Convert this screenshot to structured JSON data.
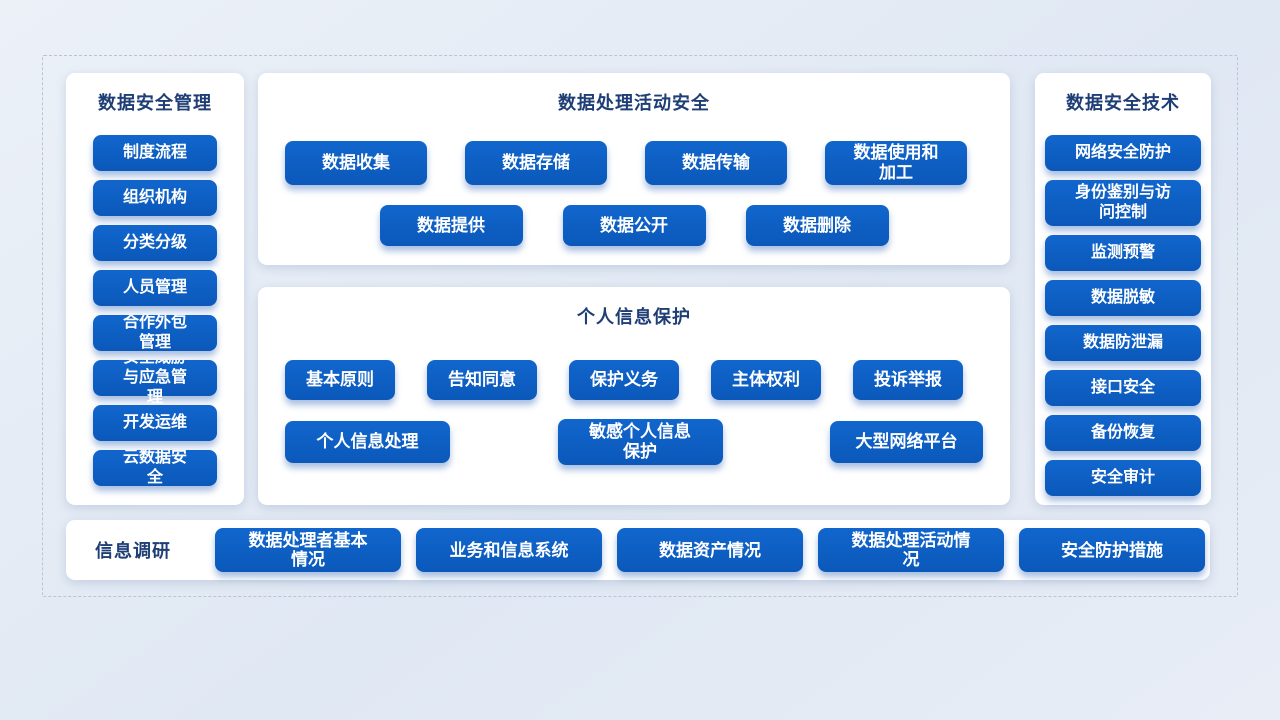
{
  "colors": {
    "accent_blue": "#0d5fc2",
    "title_navy": "#1e3e75",
    "panel_white": "#ffffff",
    "page_background": "#e4ebf4"
  },
  "left": {
    "title": "数据安全管理",
    "items": [
      "制度流程",
      "组织机构",
      "分类分级",
      "人员管理",
      "合作外包\n管理",
      "安全威胁\n与应急管\n理",
      "开发运维",
      "云数据安\n全"
    ]
  },
  "activities": {
    "title": "数据处理活动安全",
    "row1": [
      "数据收集",
      "数据存储",
      "数据传输",
      "数据使用和\n加工"
    ],
    "row2": [
      "数据提供",
      "数据公开",
      "数据删除"
    ]
  },
  "privacy": {
    "title": "个人信息保护",
    "row1": [
      "基本原则",
      "告知同意",
      "保护义务",
      "主体权利",
      "投诉举报"
    ],
    "row2": [
      "个人信息处理",
      "敏感个人信息\n保护",
      "大型网络平台"
    ]
  },
  "tech": {
    "title": "数据安全技术",
    "items": [
      "网络安全防护",
      "身份鉴别与访\n问控制",
      "监测预警",
      "数据脱敏",
      "数据防泄漏",
      "接口安全",
      "备份恢复",
      "安全审计"
    ]
  },
  "survey": {
    "title": "信息调研",
    "items": [
      "数据处理者基本\n情况",
      "业务和信息系统",
      "数据资产情况",
      "数据处理活动情\n况",
      "安全防护措施"
    ]
  }
}
